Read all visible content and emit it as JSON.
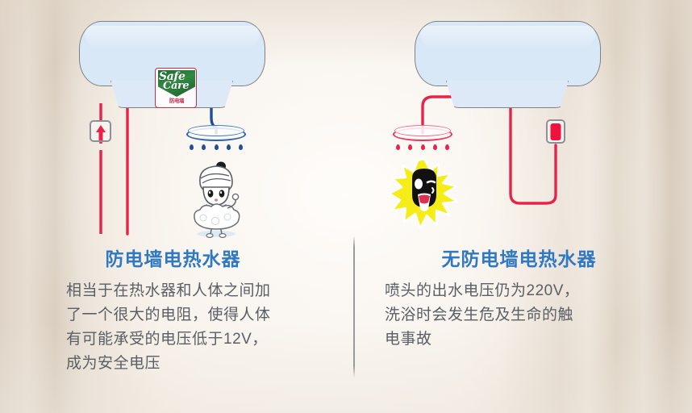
{
  "left": {
    "title": "防电墙电热水器",
    "body": "相当于在热水器和人体之间加\n了一个很大的电阻，使得人体\n有可能承受的电压低于12V，\n成为安全电压",
    "badge": {
      "word1": "Safe",
      "word2": "Care",
      "ribbon": "防电墙"
    },
    "icons": {
      "socket": "socket-up-arrow-icon",
      "heater": "water-heater-icon",
      "shower": "shower-head-icon",
      "person": "bathing-person-icon"
    },
    "wire_colors": {
      "live": "#e8234a",
      "safe": "#1f4f9c"
    }
  },
  "right": {
    "title": "无防电墙电热水器",
    "body": "喷头的出水电压仍为220V，\n洗浴时会发生危及生命的触\n电事故",
    "icons": {
      "plug": "power-plug-icon",
      "heater": "water-heater-icon",
      "shower": "shower-head-icon",
      "person": "electrocuted-person-icon"
    },
    "wire_colors": {
      "live": "#e8234a"
    }
  },
  "colors": {
    "title_blue": "#2f78c4",
    "body_grey": "#5a5f66",
    "danger_red": "#e8234a",
    "safe_blue": "#1f4f9c",
    "tank_fill": "#d9e8f7",
    "tank_stroke": "#7d8186",
    "shield_green": "#2f8a42",
    "spark_yellow": "#f5ec18",
    "background": "#f7f2ec"
  }
}
